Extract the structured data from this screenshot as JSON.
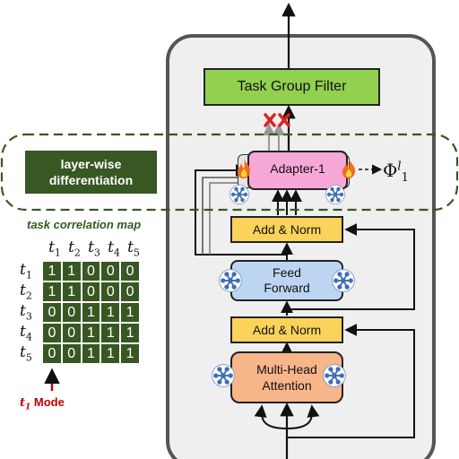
{
  "blocks": {
    "task_group_filter": "Task Group Filter",
    "adapter": "Adapter-1",
    "add_norm_top": "Add & Norm",
    "add_norm_bottom": "Add & Norm",
    "feed_forward_line1": "Feed",
    "feed_forward_line2": "Forward",
    "multi_head_line1": "Multi-Head",
    "multi_head_line2": "Attention"
  },
  "layer_wise_box": {
    "line1": "layer-wise",
    "line2": "differentiation"
  },
  "task_correlation_map": {
    "title": "task correlation map",
    "row_headers": [
      "t1",
      "t2",
      "t3",
      "t4",
      "t5"
    ],
    "col_headers": [
      "t1",
      "t2",
      "t3",
      "t4",
      "t5"
    ],
    "matrix": [
      [
        1,
        1,
        0,
        0,
        0
      ],
      [
        1,
        1,
        0,
        0,
        0
      ],
      [
        0,
        0,
        1,
        1,
        1
      ],
      [
        0,
        0,
        1,
        1,
        1
      ],
      [
        0,
        0,
        1,
        1,
        1
      ]
    ],
    "mode_label": "Mode",
    "mode_task": "t1"
  },
  "output_symbol": {
    "base": "Φ",
    "superscript": "l",
    "subscript": "1"
  },
  "colors": {
    "filter_green": "#92d050",
    "dark_green": "#385723",
    "adapter_pink": "#f6a8d8",
    "norm_yellow": "#fbd25a",
    "ff_blue": "#bcd6f1",
    "mha_orange": "#f7b58a",
    "reject_red": "#e02020",
    "mode_red": "#c00000"
  },
  "icons": [
    "fire-icon",
    "snowflake-icon",
    "cross-icon",
    "up-arrow-icon"
  ]
}
